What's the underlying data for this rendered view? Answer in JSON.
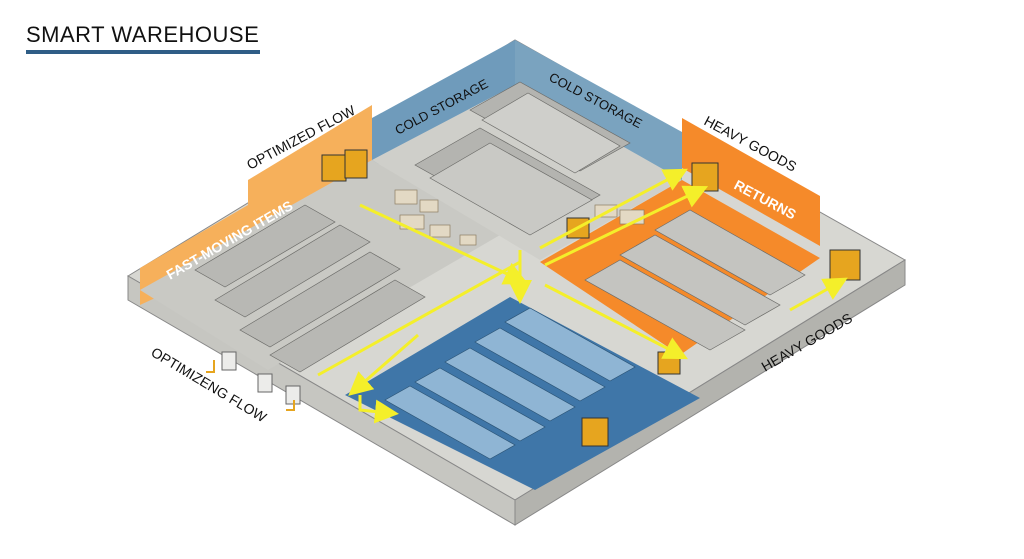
{
  "title": "SMART WAREHOUSE",
  "labels": {
    "optimized_flow": "OPTIMIZED FLOW",
    "fast_moving_items": "FAST-MOVING ITEMS",
    "cold_storage_left": "COLD STORAGE",
    "cold_storage_right": "COLD STORAGE",
    "heavy_goods_top": "HEAVY GOODS",
    "returns": "RETURNS",
    "heavy_goods_right": "HEAVY GOODS",
    "optimizeng_flow": "OPTIMIZENG FLOW"
  },
  "colors": {
    "orange": "#f58a2a",
    "light_orange": "#f6b05b",
    "blue_floor": "#3f76a8",
    "cold_wall": "#5f8fae",
    "concrete": "#d7d7d2",
    "wall": "#bdbdb8",
    "flow_yellow": "#f4ef2a",
    "forklift": "#e6a51f"
  },
  "icons": [
    "forklift-icon",
    "rack-icon",
    "pallet-icon",
    "arrow-icon"
  ]
}
